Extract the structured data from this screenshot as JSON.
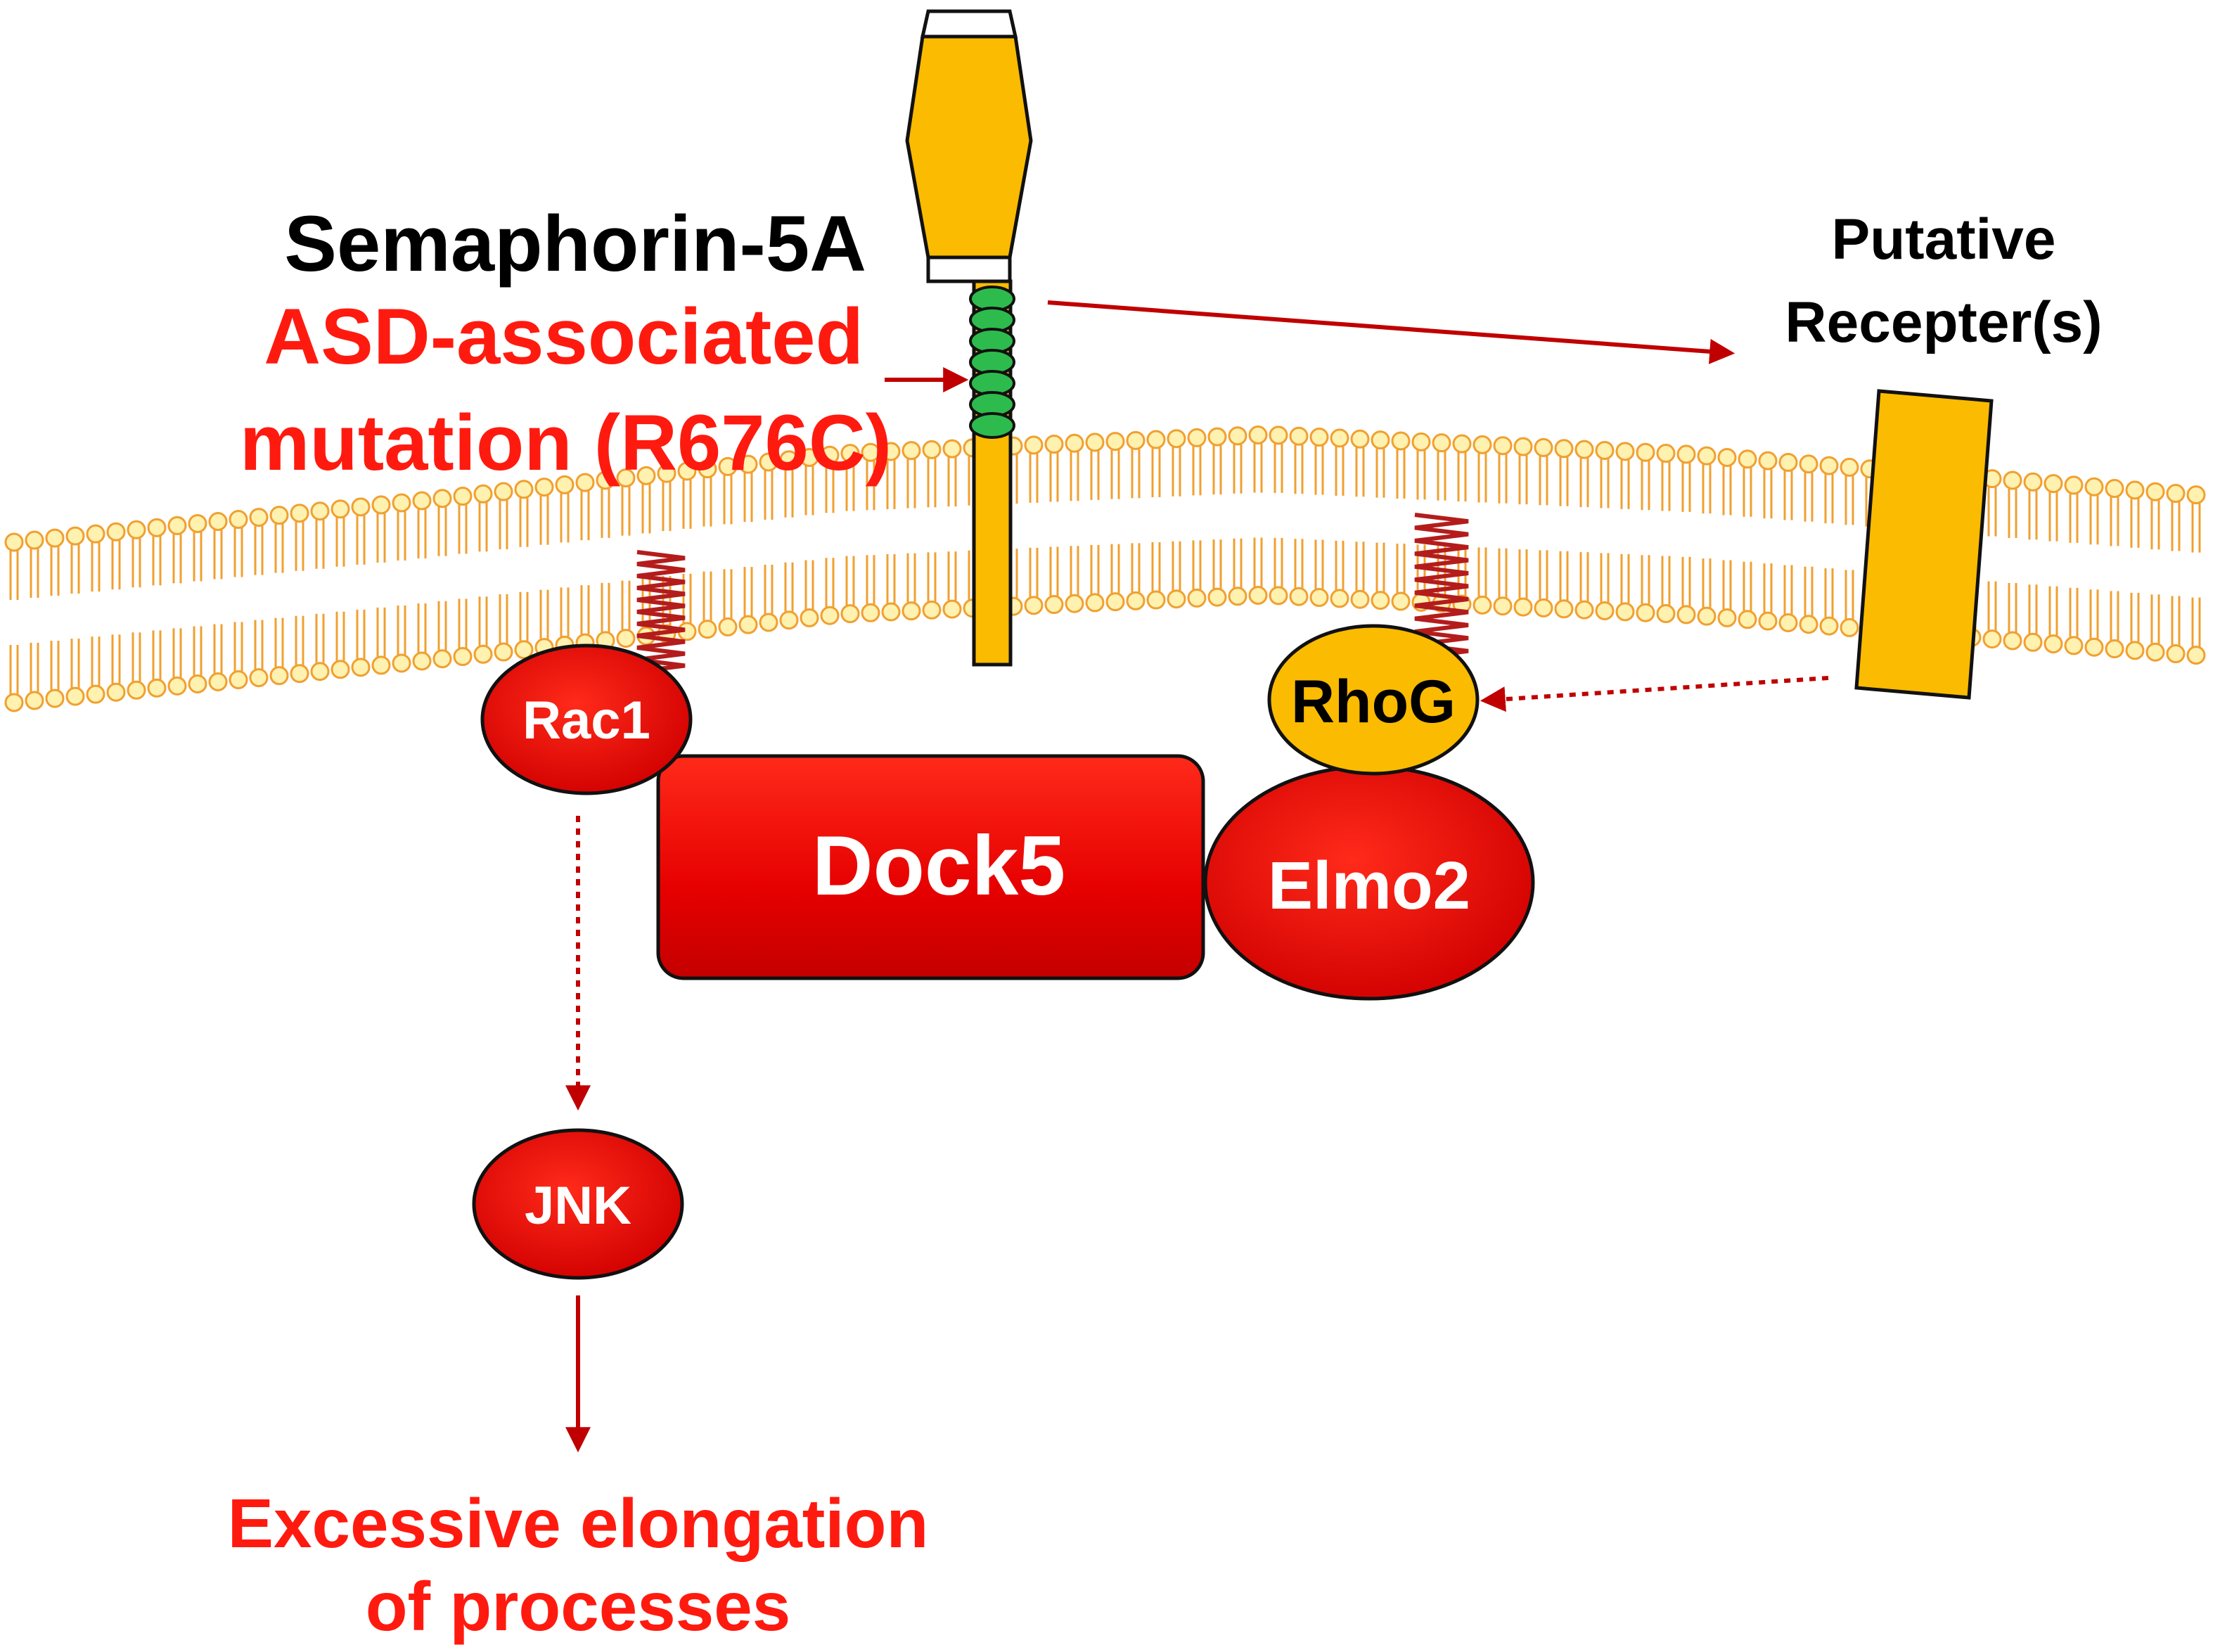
{
  "labels": {
    "protein_name": "Semaphorin-5A",
    "mutation_line1": "ASD-associated",
    "mutation_line2": "mutation (R676C)",
    "receptor_line1": "Putative",
    "receptor_line2": "Recepter(s)",
    "rac1": "Rac1",
    "dock5": "Dock5",
    "elmo2": "Elmo2",
    "rhog": "RhoG",
    "jnk": "JNK",
    "outcome_line1": "Excessive elongation",
    "outcome_line2": "of processes"
  },
  "colors": {
    "black_text": "#000000",
    "red_text": "#ff1a0f",
    "protein_red": "#ee0000",
    "protein_red_dark": "#aa0000",
    "yellow": "#fbbb00",
    "membrane_head_fill": "#fff1b0",
    "membrane_stroke": "#f0a030",
    "arrow": "#c00000",
    "anchor_helix": "#b41c1c",
    "sema_domain_green": "#2dbb4e"
  }
}
